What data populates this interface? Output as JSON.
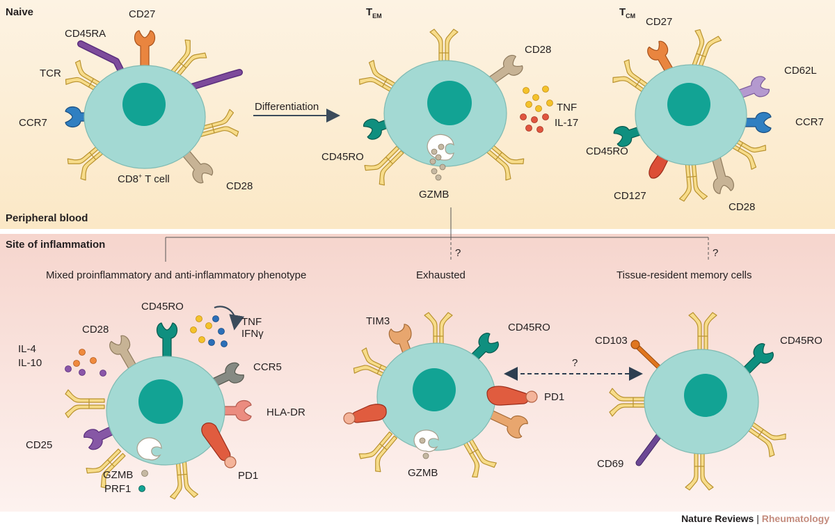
{
  "panels": {
    "top_label": "Peripheral blood",
    "bottom_label": "Site of inflammation"
  },
  "naive": {
    "title": "Naive",
    "cell_label_main": "CD8",
    "cell_label_sup": "+",
    "cell_label_rest": " T cell",
    "markers": {
      "cd27": "CD27",
      "cd45ra": "CD45RA",
      "tcr": "TCR",
      "ccr7": "CCR7",
      "cd28": "CD28"
    }
  },
  "arrow_label": "Differentiation",
  "tem": {
    "title_main": "T",
    "title_sub": "EM",
    "markers": {
      "cd28": "CD28",
      "cd45ro": "CD45RO",
      "gzmb": "GZMB",
      "tnf": "TNF",
      "il17": "IL-17"
    }
  },
  "tcm": {
    "title_main": "T",
    "title_sub": "CM",
    "markers": {
      "cd27": "CD27",
      "cd62l": "CD62L",
      "ccr7": "CCR7",
      "cd45ro": "CD45RO",
      "cd127": "CD127",
      "cd28": "CD28"
    }
  },
  "branches": {
    "mixed": "Mixed proinflammatory and anti-inflammatory phenotype",
    "exhausted": "Exhausted",
    "resident": "Tissue-resident memory cells",
    "q1": "?",
    "q2": "?",
    "q3": "?"
  },
  "mixed_cell": {
    "markers": {
      "cd45ro": "CD45RO",
      "cd28": "CD28",
      "tnf": "TNF",
      "ifng": "IFNγ",
      "il4": "IL-4",
      "il10": "IL-10",
      "ccr5": "CCR5",
      "hladr": "HLA-DR",
      "cd25": "CD25",
      "pd1": "PD1",
      "gzmb": "GZMB",
      "prf1": "PRF1"
    }
  },
  "exhausted_cell": {
    "markers": {
      "tim3": "TIM3",
      "cd45ro": "CD45RO",
      "pd1": "PD1",
      "gzmb": "GZMB"
    }
  },
  "resident_cell": {
    "markers": {
      "cd103": "CD103",
      "cd45ro": "CD45RO",
      "cd69": "CD69"
    }
  },
  "credit": {
    "journal": "Nature Reviews",
    "separator": " | ",
    "subject": "Rheumatology"
  },
  "colors": {
    "top_bg_top": "#fdf3e3",
    "top_bg_bottom": "#fbe8c6",
    "bottom_bg_top": "#f6d6cf",
    "bottom_bg_bottom": "#fdf1ee",
    "cell": "#a3d9d3",
    "nucleus": "#12a394",
    "tcr": "#f7dc8a",
    "cd27": "#e9853f",
    "cd45ra": "#7d4b9b",
    "ccr7": "#2f7fc1",
    "cd28": "#c7b395",
    "cd45ro": "#0f8f7f",
    "cd62l": "#b499cf",
    "cd127": "#dc4e36",
    "ccr5": "#868a83",
    "hladr": "#eb8c80",
    "cd25": "#8657a5",
    "pd1": "#e05c3f",
    "tim3": "#e8a66e",
    "cd103": "#e0761f",
    "cd69": "#6b4794",
    "credit_accent": "#c48c7e"
  }
}
